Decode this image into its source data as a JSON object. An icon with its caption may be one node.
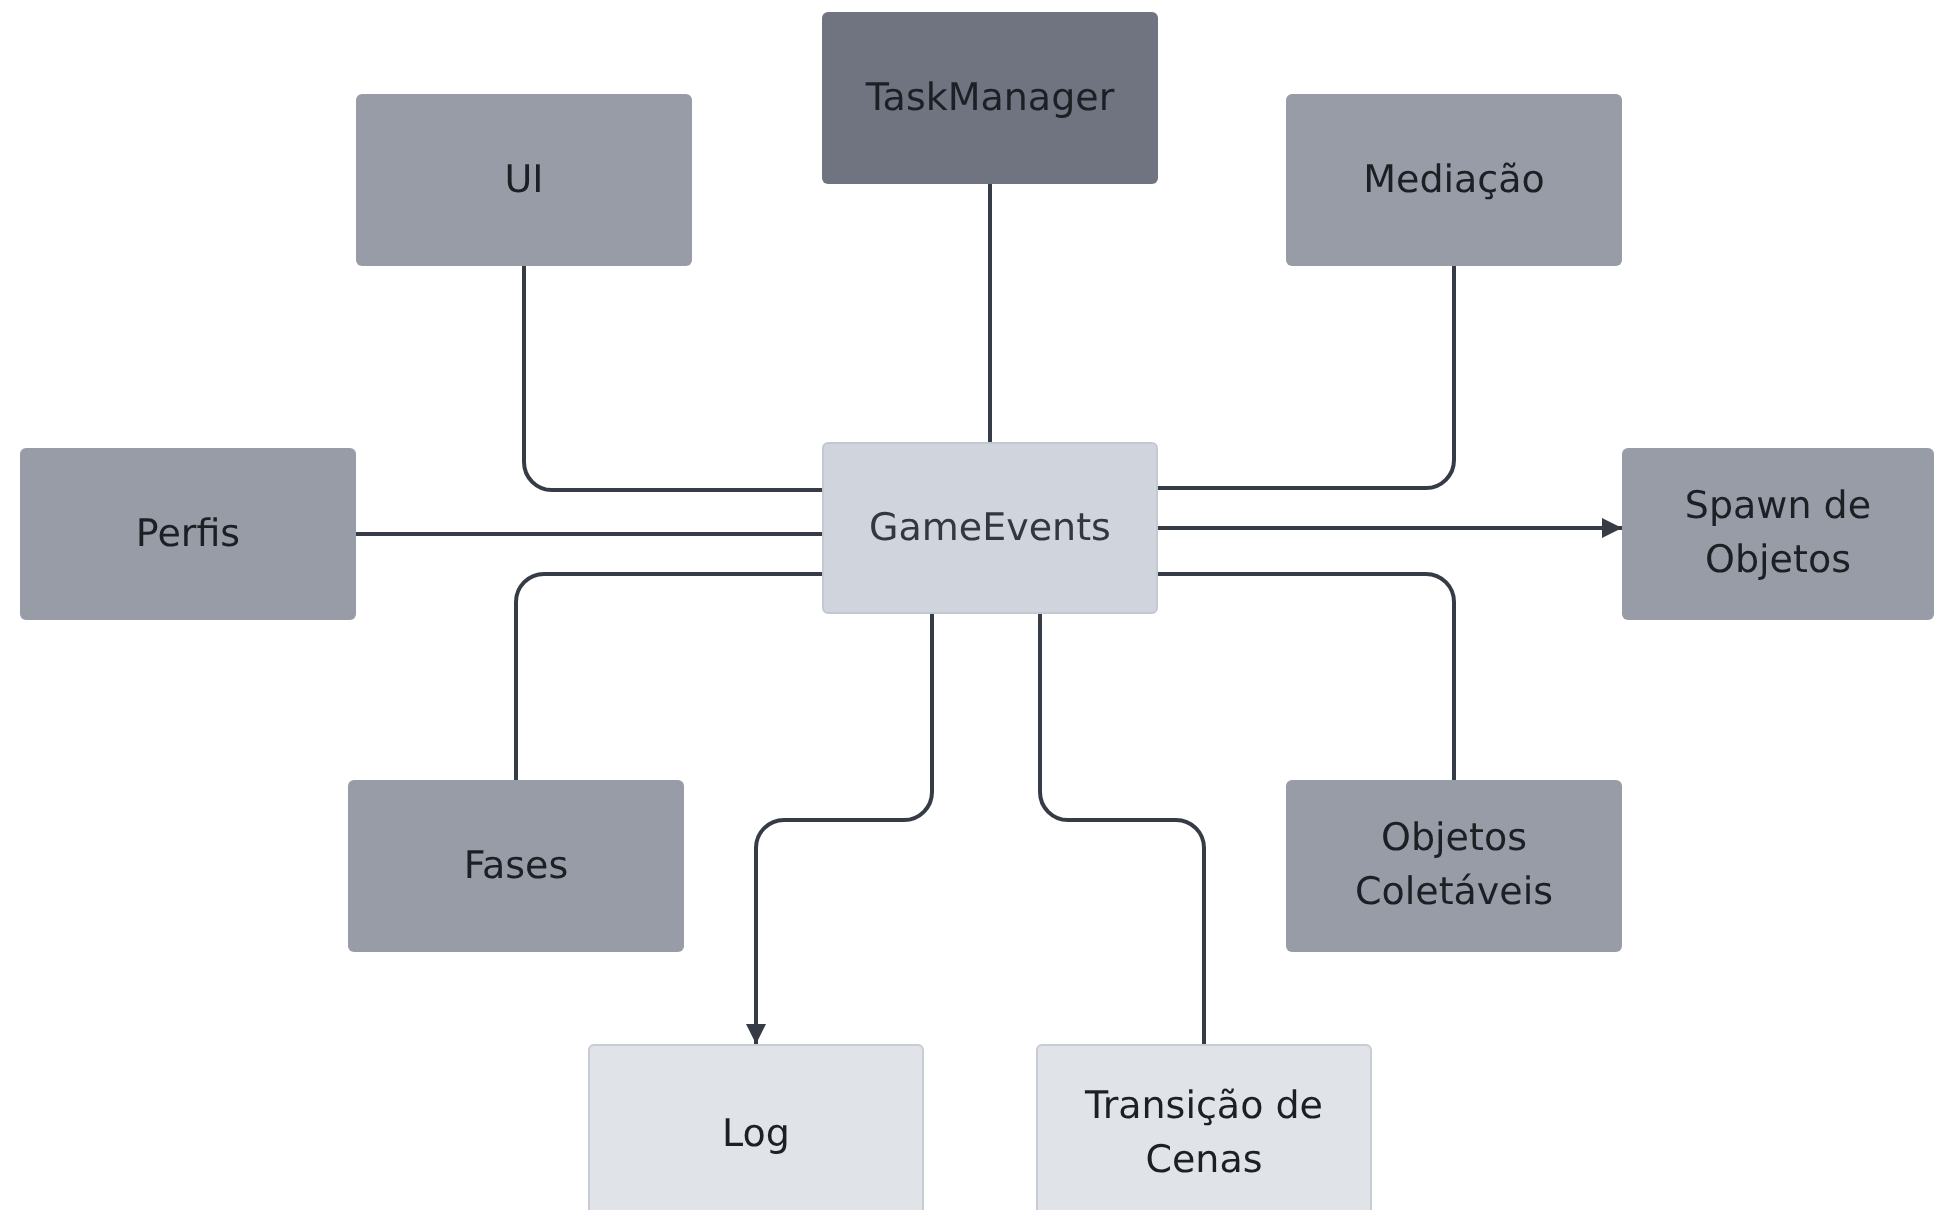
{
  "diagram": {
    "nodes": [
      {
        "text": [
          "TaskManager"
        ]
      },
      {
        "text": [
          "UI"
        ]
      },
      {
        "text": [
          "Mediação"
        ]
      },
      {
        "text": [
          "Perfis"
        ]
      },
      {
        "text": [
          "GameEvents"
        ]
      },
      {
        "text": [
          "Spawn de Objetos"
        ]
      },
      {
        "text": [
          "Fases"
        ]
      },
      {
        "text": [
          "Objetos Coletáveis"
        ]
      },
      {
        "text": [
          "Log"
        ]
      },
      {
        "text": [
          "Transição de Cenas"
        ]
      }
    ],
    "edges": [
      {
        "from": 4,
        "to": 0,
        "arrow": "none"
      },
      {
        "from": 4,
        "to": 1,
        "arrow": "none"
      },
      {
        "from": 4,
        "to": 2,
        "arrow": "none"
      },
      {
        "from": 4,
        "to": 3,
        "arrow": "none"
      },
      {
        "from": 4,
        "to": 5,
        "arrow": "to"
      },
      {
        "from": 4,
        "to": 6,
        "arrow": "none"
      },
      {
        "from": 4,
        "to": 7,
        "arrow": "none"
      },
      {
        "from": 4,
        "to": 8,
        "arrow": "to"
      },
      {
        "from": 4,
        "to": 9,
        "arrow": "none"
      }
    ]
  }
}
